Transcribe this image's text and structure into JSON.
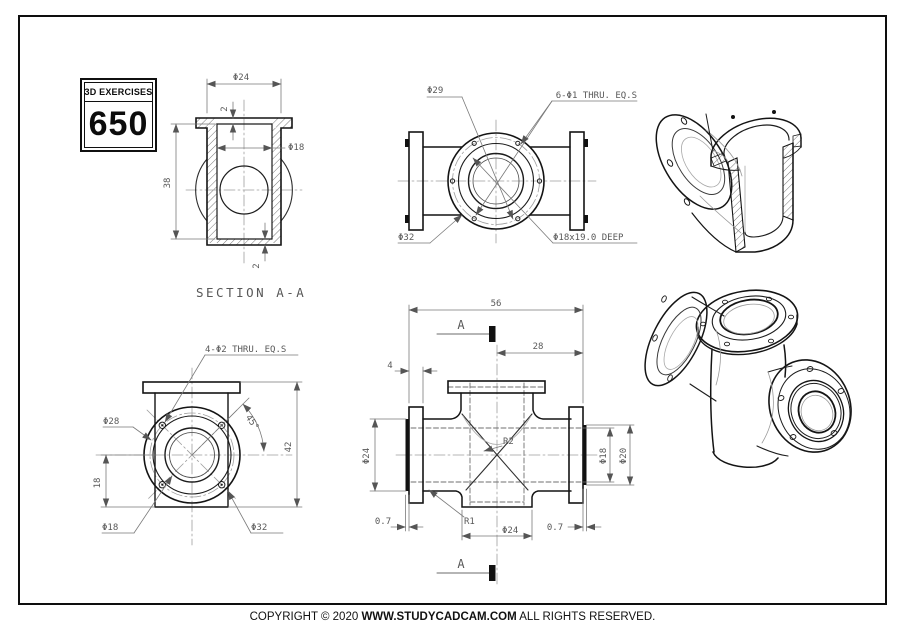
{
  "badge": {
    "title": "3D EXERCISES",
    "number": "650"
  },
  "views": {
    "section": {
      "title": "SECTION A-A",
      "dims": {
        "phi24": "Φ24",
        "t2_top": "2",
        "phi18": "Φ18",
        "h38": "38",
        "t2_bottom": "2"
      }
    },
    "top_view": {
      "dims": {
        "bolt_circle": "Φ29",
        "holes": "6-Φ1 THRU. EQ.S",
        "flange": "Φ32",
        "cbore": "Φ18x19.0 DEEP"
      }
    },
    "side_view": {
      "dims": {
        "holes": "4-Φ2 THRU. EQ.S",
        "bolt_circle": "Φ28",
        "angle": "45°",
        "h42": "42",
        "h18": "18",
        "bore": "Φ18",
        "flange": "Φ32"
      }
    },
    "front_view": {
      "dims": {
        "w56": "56",
        "w28": "28",
        "t4": "4",
        "phi24_left": "Φ24",
        "r2": "R2",
        "bore": "Φ18",
        "cbore": "Φ20",
        "r1": "R1",
        "t07_left": "0.7",
        "phi24_bottom": "Φ24",
        "t07_right": "0.7",
        "marker_top": "A",
        "marker_bottom": "A"
      }
    }
  },
  "footer": {
    "prefix": "COPYRIGHT © 2020 ",
    "site": "WWW.STUDYCADCAM.COM",
    "suffix": " ALL RIGHTS RESERVED."
  },
  "colors": {
    "ink": "#141414",
    "dim_line": "#7a7a7a",
    "dim_text": "#585858",
    "centerline": "#9e9e9e",
    "section_label": "#b8b8b8",
    "paper": "#ffffff"
  }
}
